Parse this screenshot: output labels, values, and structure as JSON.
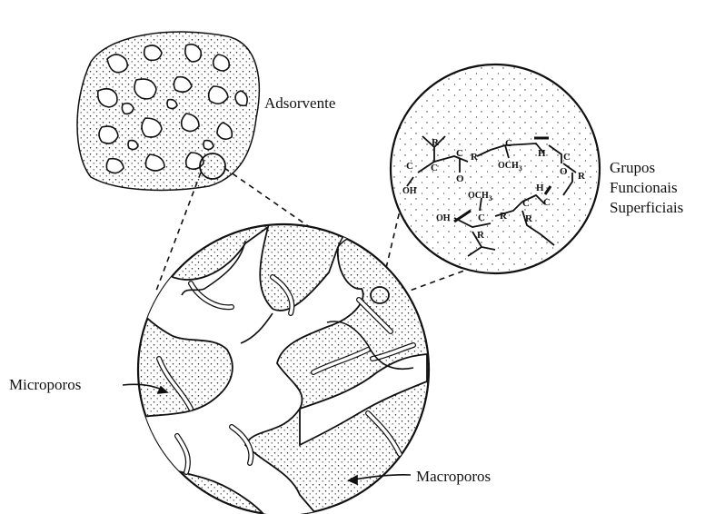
{
  "labels": {
    "adsorbent": "Adsorvente",
    "functional_groups": [
      "Grupos",
      "Funcionais",
      "Superficiais"
    ],
    "micropores": "Microporos",
    "macropores": "Macroporos"
  },
  "chem": {
    "r": "R",
    "c": "C",
    "o": "O",
    "h": "H",
    "oh": "OH",
    "och3": "OCH",
    "och3_sub": "3"
  },
  "colors": {
    "ink": "#111111",
    "background": "#ffffff"
  }
}
